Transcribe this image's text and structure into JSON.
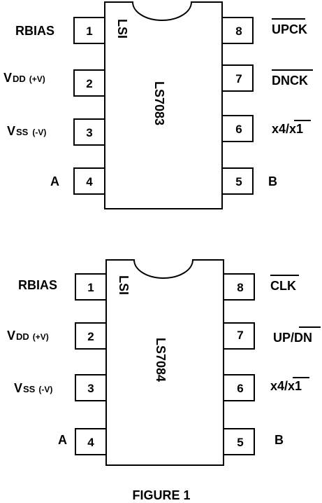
{
  "chips": [
    {
      "manufacturer": "LSI",
      "part_number": "LS7083",
      "pins": [
        {
          "number": "1",
          "label": "RBIAS"
        },
        {
          "number": "2",
          "label_main": "V",
          "label_sub": "DD",
          "label_paren": "(+V)"
        },
        {
          "number": "3",
          "label_main": "V",
          "label_sub": "SS",
          "label_paren": "(-V)"
        },
        {
          "number": "4",
          "label": "A"
        },
        {
          "number": "5",
          "label": "B"
        },
        {
          "number": "6",
          "label_pre": "x4/",
          "label_bar": "x1"
        },
        {
          "number": "7",
          "label_bar": "DNCK"
        },
        {
          "number": "8",
          "label_bar": "UPCK"
        }
      ]
    },
    {
      "manufacturer": "LSI",
      "part_number": "LS7084",
      "pins": [
        {
          "number": "1",
          "label": "RBIAS"
        },
        {
          "number": "2",
          "label_main": "V",
          "label_sub": "DD",
          "label_paren": "(+V)"
        },
        {
          "number": "3",
          "label_main": "V",
          "label_sub": "SS",
          "label_paren": "(-V)"
        },
        {
          "number": "4",
          "label": "A"
        },
        {
          "number": "5",
          "label": "B"
        },
        {
          "number": "6",
          "label_pre": "x4/",
          "label_bar": "x1"
        },
        {
          "number": "7",
          "label_pre": "UP/",
          "label_bar": "DN"
        },
        {
          "number": "8",
          "label_bar": "CLK"
        }
      ]
    }
  ],
  "caption": "FIGURE 1"
}
